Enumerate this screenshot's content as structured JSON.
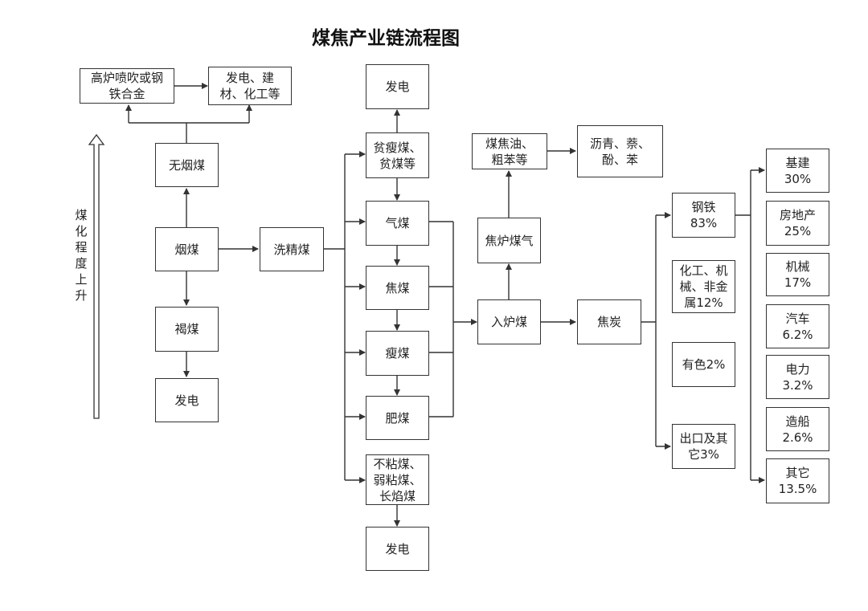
{
  "title": "煤焦产业链流程图",
  "side_label": "煤\n化\n程\n度\n上\n升",
  "nodes": {
    "blast_furnace": "高炉喷吹或钢\n铁合金",
    "power_materials": "发电、建\n材、化工等",
    "anthracite": "无烟煤",
    "bituminous": "烟煤",
    "lignite": "褐煤",
    "lignite_power": "发电",
    "washed_coal": "洗精煤",
    "top_power": "发电",
    "lean_coal": "贫瘦煤、\n贫煤等",
    "gas_coal": "气煤",
    "coking_coal": "焦煤",
    "lean_coking": "瘦煤",
    "fat_coal": "肥煤",
    "noncaking": "不粘煤、\n弱粘煤、\n长焰煤",
    "bottom_power": "发电",
    "tar": "煤焦油、\n粗苯等",
    "asphalt": "沥青、萘、\n酚、苯",
    "coke_gas": "焦炉煤气",
    "furnace_coal": "入炉煤",
    "coke": "焦炭",
    "steel": "钢铁\n83%",
    "chemical": "化工、机\n械、非金\n属12%",
    "nonferrous": "有色2%",
    "export": "出口及其\n它3%",
    "infra": "基建\n30%",
    "realestate": "房地产\n25%",
    "machinery": "机械\n17%",
    "auto": "汽车\n6.2%",
    "power": "电力\n3.2%",
    "shipbuilding": "造船\n2.6%",
    "others": "其它\n13.5%"
  }
}
